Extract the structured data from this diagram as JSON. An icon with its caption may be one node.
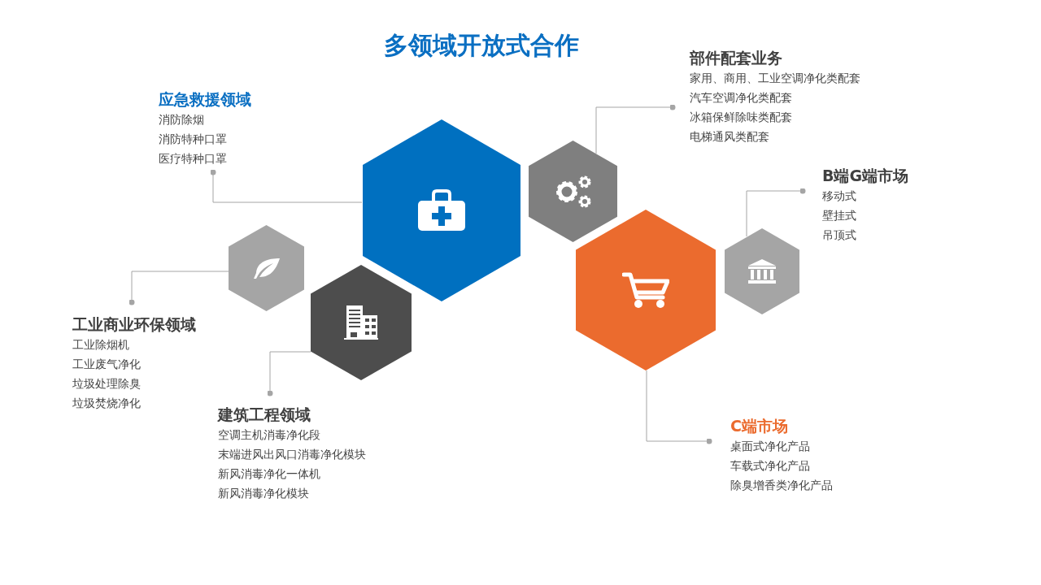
{
  "diagram": {
    "title": "多领域开放式合作",
    "nodes": [
      {
        "text": [],
        "shape": "hexagon"
      },
      {
        "text": [],
        "shape": "hexagon"
      },
      {
        "text": [],
        "shape": "hexagon"
      },
      {
        "text": [],
        "shape": "hexagon"
      },
      {
        "text": [],
        "shape": "hexagon"
      },
      {
        "text": [],
        "shape": "hexagon"
      },
      {
        "text": [
          "应急救援领域",
          "消防除烟",
          "消防特种口罩",
          "医疗特种口罩"
        ]
      },
      {
        "text": [
          "部件配套业务",
          "家用、商用、工业空调净化类配套",
          "汽车空调净化类配套",
          "冰箱保鲜除味类配套",
          "电梯通风类配套"
        ]
      },
      {
        "text": [
          "B端G端市场",
          "移动式",
          "壁挂式",
          "吊顶式"
        ]
      },
      {
        "text": [
          "工业商业环保领域",
          "工业除烟机",
          "工业废气净化",
          "垃圾处理除臭",
          "垃圾焚烧净化"
        ]
      },
      {
        "text": [
          "建筑工程领域",
          "空调主机消毒净化段",
          "末端进风出风口消毒净化模块",
          "新风消毒净化一体机",
          "新风消毒净化模块"
        ]
      },
      {
        "text": [
          "C端市场",
          "桌面式净化产品",
          "车载式净化产品",
          "除臭增香类净化产品"
        ]
      }
    ],
    "edges": [
      {
        "from": 6,
        "to": 0,
        "arrow": "other"
      },
      {
        "from": 7,
        "to": 1,
        "arrow": "other"
      },
      {
        "from": 8,
        "to": 5,
        "arrow": "other"
      },
      {
        "from": 9,
        "to": 2,
        "arrow": "other"
      },
      {
        "from": 10,
        "to": 3,
        "arrow": "other"
      },
      {
        "from": 11,
        "to": 4,
        "arrow": "other"
      }
    ]
  }
}
